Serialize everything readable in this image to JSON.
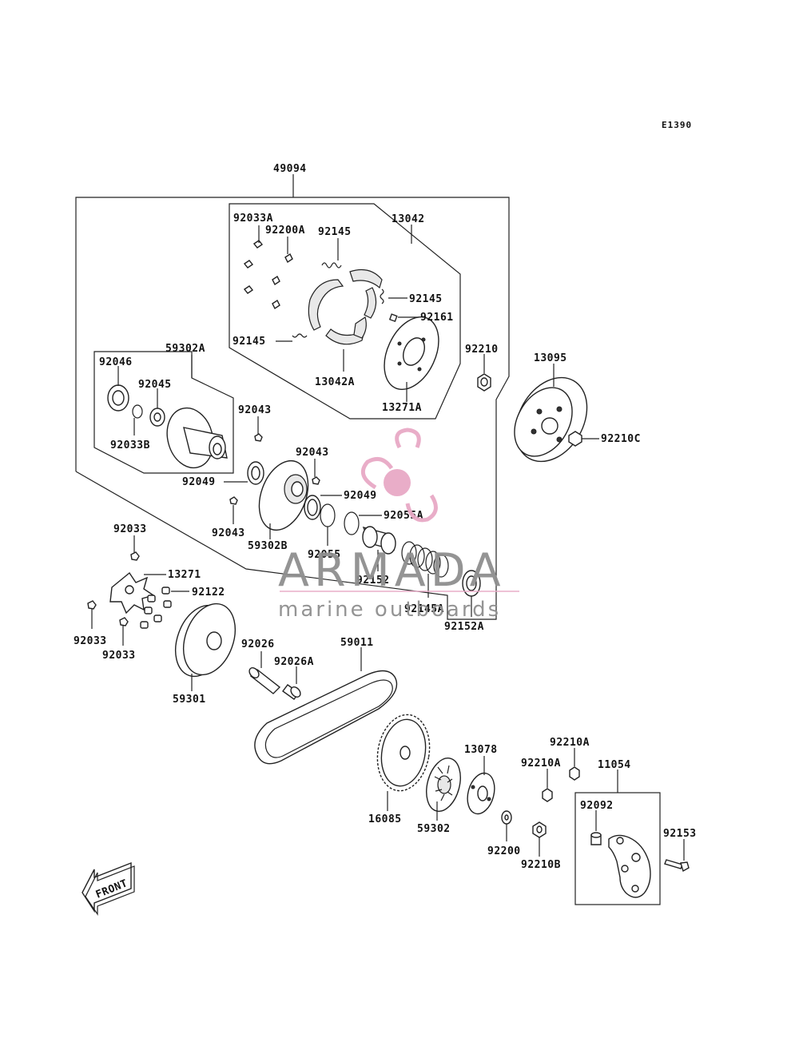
{
  "diagram_code": "E1390",
  "watermark": {
    "brand": "ARMADA",
    "tagline": "marine outboards",
    "logo_color": "#e8a9c6",
    "text_color": "#8f8f8f"
  },
  "front_label": "FRONT",
  "parts": {
    "p49094": "49094",
    "p13042": "13042",
    "p92033A": "92033A",
    "p92200A": "92200A",
    "p92145_top": "92145",
    "p92145_right": "92145",
    "p92145_left": "92145",
    "p92161": "92161",
    "p13042A": "13042A",
    "p13271A": "13271A",
    "p92210": "92210",
    "p13095": "13095",
    "p92210C": "92210C",
    "p59302A": "59302A",
    "p92046": "92046",
    "p92045": "92045",
    "p92033B": "92033B",
    "p92043_a": "92043",
    "p92043_b": "92043",
    "p92043_c": "92043",
    "p92049_a": "92049",
    "p92049_b": "92049",
    "p92055A": "92055A",
    "p59302B": "59302B",
    "p92055": "92055",
    "p92152": "92152",
    "p92145A": "92145A",
    "p92152A": "92152A",
    "p92033_top": "92033",
    "p13271": "13271",
    "p92122": "92122",
    "p92033_left": "92033",
    "p92033_bottom": "92033",
    "p59301": "59301",
    "p92026": "92026",
    "p92026A": "92026A",
    "p59011": "59011",
    "p16085": "16085",
    "p59302": "59302",
    "p13078": "13078",
    "p92210A_a": "92210A",
    "p92210A_b": "92210A",
    "p11054": "11054",
    "p92092": "92092",
    "p92153": "92153",
    "p92200": "92200",
    "p92210B": "92210B"
  }
}
